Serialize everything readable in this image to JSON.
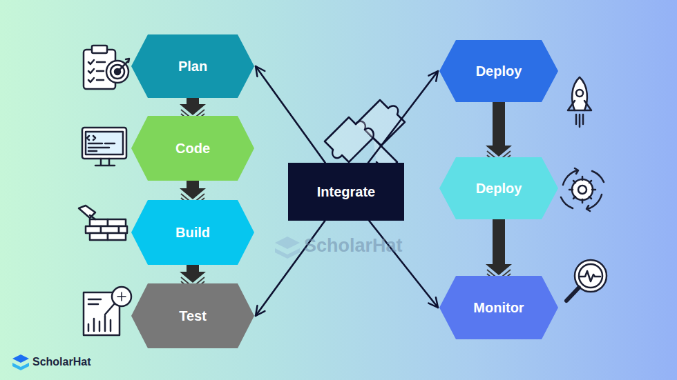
{
  "diagram": {
    "nodes": [
      {
        "text": [
          "Plan"
        ]
      },
      {
        "text": [
          "Code"
        ]
      },
      {
        "text": [
          "Build"
        ]
      },
      {
        "text": [
          "Test"
        ]
      },
      {
        "text": [
          "Integrate"
        ]
      },
      {
        "text": [
          "Deploy"
        ]
      },
      {
        "text": [
          "Deploy"
        ]
      },
      {
        "text": [
          "Monitor"
        ]
      }
    ],
    "edges": [
      {
        "from": 0,
        "to": 1,
        "arrow": "to"
      },
      {
        "from": 1,
        "to": 2,
        "arrow": "to"
      },
      {
        "from": 2,
        "to": 3,
        "arrow": "to"
      },
      {
        "from": 4,
        "to": 0,
        "arrow": "to"
      },
      {
        "from": 4,
        "to": 3,
        "arrow": "to"
      },
      {
        "from": 4,
        "to": 5,
        "arrow": "to"
      },
      {
        "from": 4,
        "to": 7,
        "arrow": "to"
      },
      {
        "from": 5,
        "to": 6,
        "arrow": "to"
      },
      {
        "from": 6,
        "to": 7,
        "arrow": "to"
      }
    ],
    "labels": [
      "ScholarHat",
      "ScholarHat"
    ]
  }
}
